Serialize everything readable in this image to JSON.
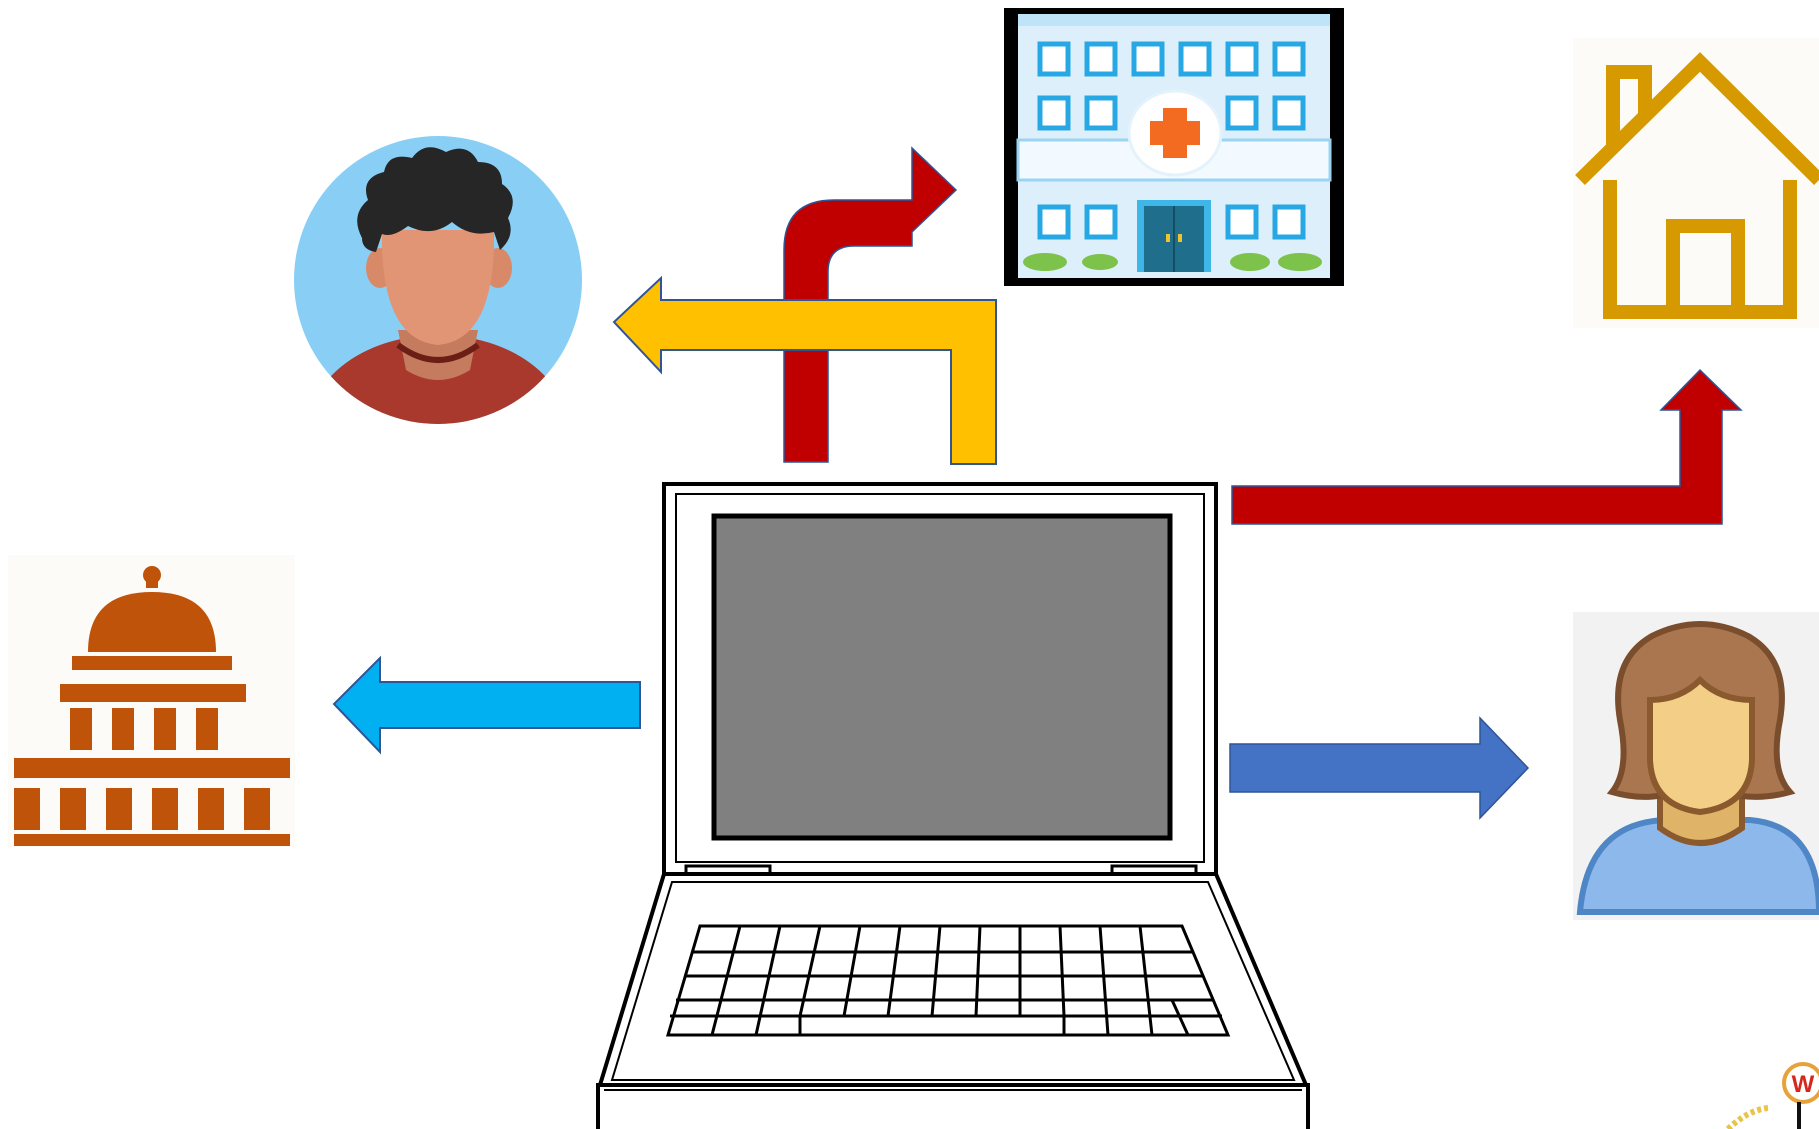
{
  "diagram": {
    "nodes": [
      {
        "id": "laptop",
        "icon": "laptop-icon"
      },
      {
        "id": "person-man",
        "icon": "man-avatar-icon"
      },
      {
        "id": "hospital",
        "icon": "hospital-icon"
      },
      {
        "id": "home",
        "icon": "house-icon"
      },
      {
        "id": "government",
        "icon": "government-building-icon"
      },
      {
        "id": "person-woman",
        "icon": "woman-avatar-icon"
      },
      {
        "id": "corner-badge",
        "icon": "w-badge-icon",
        "text": "W"
      }
    ],
    "arrows": [
      {
        "from": "laptop",
        "to": "hospital",
        "color": "#C00000"
      },
      {
        "from": "laptop",
        "to": "person-man",
        "color": "#FFC000"
      },
      {
        "from": "laptop",
        "to": "home",
        "color": "#C00000"
      },
      {
        "from": "laptop",
        "to": "government",
        "color": "#00B0F0"
      },
      {
        "from": "laptop",
        "to": "person-woman",
        "color": "#4472C4"
      }
    ]
  },
  "colors": {
    "arrow_red": "#C00000",
    "arrow_yellow": "#FFC000",
    "arrow_cyan": "#00B0F0",
    "arrow_blue": "#4472C4",
    "house": "#D69A00",
    "government": "#C0530A",
    "laptop_screen": "#808080"
  }
}
